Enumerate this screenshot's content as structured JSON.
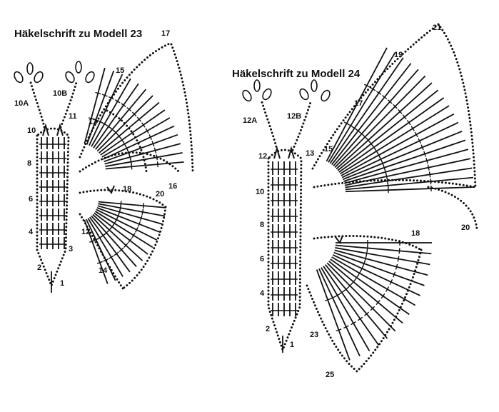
{
  "diagrams": [
    {
      "title": "Häkelschrift zu Modell 23",
      "antenna_labels": [
        "10A",
        "10B"
      ],
      "body_row_numbers": [
        "10",
        "8",
        "6",
        "4",
        "2"
      ],
      "body_side_numbers": [
        "3",
        "1"
      ],
      "wing_round_numbers": [
        "11",
        "13",
        "15",
        "17",
        "16",
        "18",
        "20",
        "12",
        "14"
      ]
    },
    {
      "title": "Häkelschrift zu Modell 24",
      "antenna_labels": [
        "12A",
        "12B"
      ],
      "body_row_numbers": [
        "12",
        "10",
        "8",
        "6",
        "4",
        "2"
      ],
      "body_side_numbers": [
        "13",
        "1"
      ],
      "wing_round_numbers": [
        "15",
        "17",
        "19",
        "21",
        "18",
        "20",
        "23",
        "25"
      ]
    }
  ],
  "colors": {
    "ink": "#111111",
    "paper": "#ffffff"
  },
  "icons": [
    "start-arrow-icon"
  ]
}
